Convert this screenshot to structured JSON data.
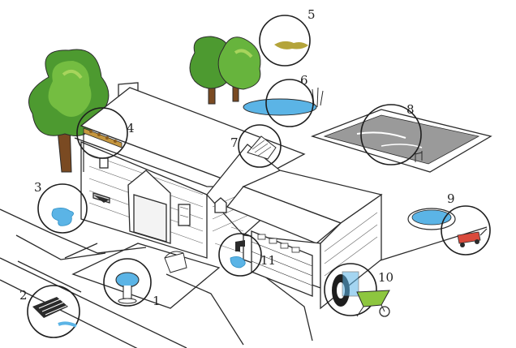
{
  "colors": {
    "ink": "#2b2b2b",
    "tree_dark": "#3f8a2c",
    "tree_mid": "#67b43d",
    "tree_light": "#9ccf56",
    "trunk": "#7a4a22",
    "water": "#5bb4e6",
    "water_dark": "#2f8fc4",
    "mud": "#b4a43a",
    "pool_water": "#9a9a9a",
    "gutter_leaves": "#c5963e",
    "wagon": "#d94a3c",
    "wheelbarrow": "#8dc63f",
    "tire": "#1e1e1e"
  },
  "diagram": {
    "subject": "house-yard-standing-water-sources",
    "callouts": [
      {
        "number": "1",
        "icon": "birdbath-icon"
      },
      {
        "number": "2",
        "icon": "storm-drain-icon"
      },
      {
        "number": "3",
        "icon": "puddle-icon"
      },
      {
        "number": "4",
        "icon": "clogged-gutter-icon"
      },
      {
        "number": "5",
        "icon": "mud-puddle-icon"
      },
      {
        "number": "6",
        "icon": "pond-icon"
      },
      {
        "number": "7",
        "icon": "roof-vent-icon"
      },
      {
        "number": "8",
        "icon": "swimming-pool-icon"
      },
      {
        "number": "9",
        "icon": "wading-pool-icon"
      },
      {
        "number": "10",
        "icon": "tires-and-wheelbarrow-icon"
      },
      {
        "number": "11",
        "icon": "leaky-faucet-icon"
      }
    ]
  }
}
